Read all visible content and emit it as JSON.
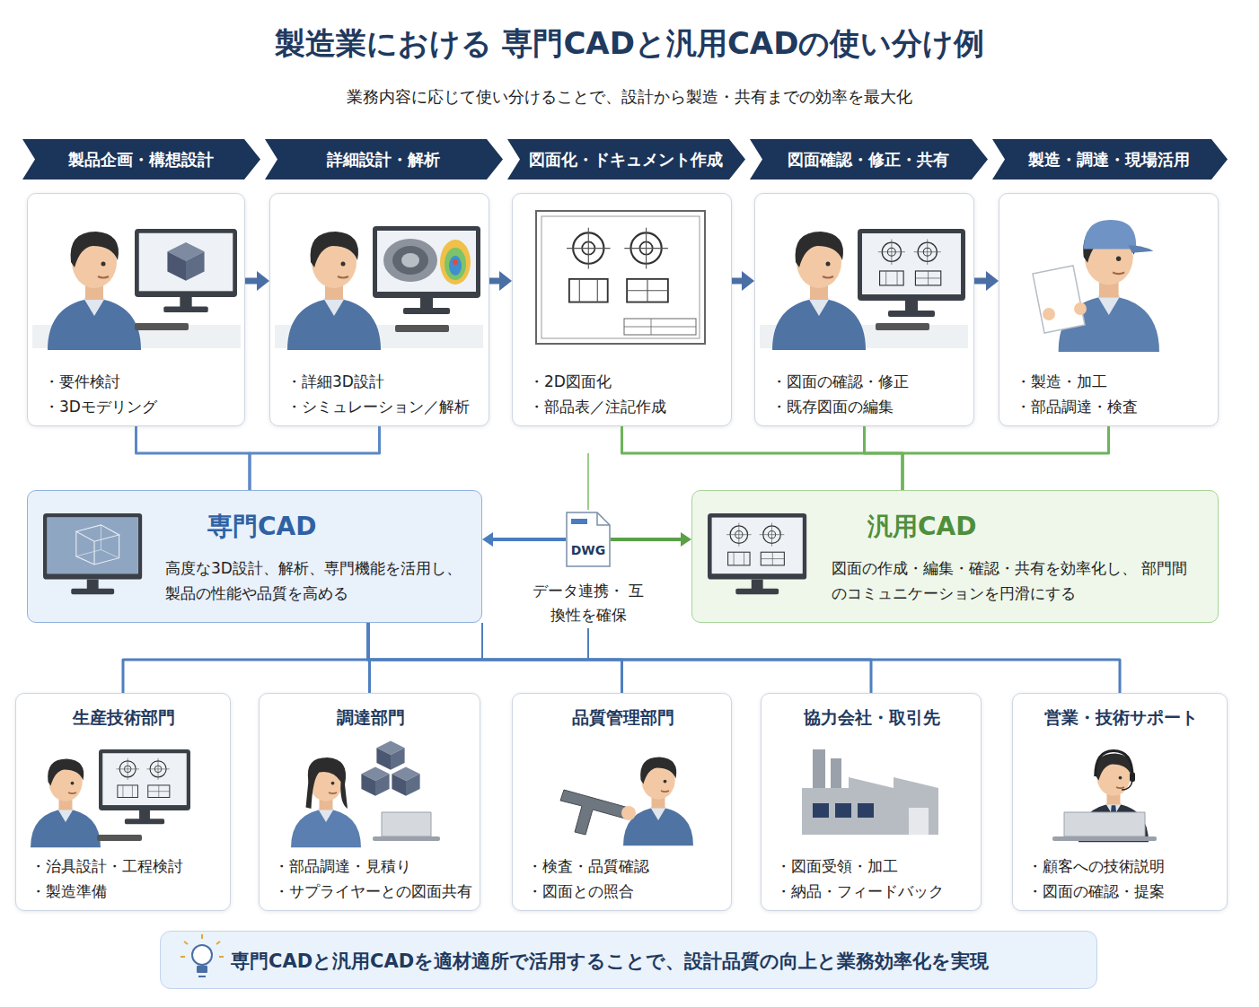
{
  "diagram": {
    "title": "製造業における 専門CADと汎用CADの使い分け例",
    "nodes": [
      {
        "text": [
          "製品企画・構想設計"
        ]
      },
      {
        "text": [
          "詳細設計・解析"
        ]
      },
      {
        "text": [
          "図面化・ドキュメント作成"
        ]
      },
      {
        "text": [
          "図面確認・修正・共有"
        ]
      },
      {
        "text": [
          "製造・調達・現場活用"
        ]
      },
      {
        "text": [
          "・要件検討",
          "・3Dモデリング"
        ]
      },
      {
        "text": [
          "・詳細3D設計",
          "・シミュレーション／解析"
        ]
      },
      {
        "text": [
          "・2D図面化",
          "・部品表／注記作成"
        ]
      },
      {
        "text": [
          "・図面の確認・修正",
          "・既存図面の編集"
        ]
      },
      {
        "text": [
          "・製造・加工",
          "・部品調達・検査"
        ]
      },
      {
        "text": [
          "専門CAD",
          "高度な3D設計、解析、専門機能を活用し、 製品の性能や品質を高める"
        ]
      },
      {
        "text": [
          "DWG"
        ]
      },
      {
        "text": [
          "汎用CAD",
          "図面の作成・編集・確認・共有を効率化し、 部門間のコミュニケーションを円滑にする"
        ]
      },
      {
        "text": [
          "生産技術部門",
          "・治具設計・工程検討",
          "・製造準備"
        ]
      },
      {
        "text": [
          "調達部門",
          "・部品調達・見積り",
          "・サプライヤーとの図面共有"
        ]
      },
      {
        "text": [
          "品質管理部門",
          "・検査・品質確認",
          "・図面との照合"
        ]
      },
      {
        "text": [
          "協力会社・取引先",
          "・図面受領・加工",
          "・納品・フィードバック"
        ]
      },
      {
        "text": [
          "営業・技術サポート",
          "・顧客への技術説明",
          "・図面の確認・提案"
        ]
      },
      {
        "text": [
          "専門CADと汎用CADを適材適所で活用することで、設計品質の向上と業務効率化を実現"
        ]
      }
    ],
    "edges": [
      {
        "from": 5,
        "to": 6,
        "arrow": "to"
      },
      {
        "from": 6,
        "to": 7,
        "arrow": "to"
      },
      {
        "from": 7,
        "to": 8,
        "arrow": "to"
      },
      {
        "from": 8,
        "to": 9,
        "arrow": "to"
      },
      {
        "from": 5,
        "to": 10,
        "arrow": "none"
      },
      {
        "from": 6,
        "to": 10,
        "arrow": "none"
      },
      {
        "from": 7,
        "to": 12,
        "arrow": "none"
      },
      {
        "from": 8,
        "to": 12,
        "arrow": "none"
      },
      {
        "from": 9,
        "to": 12,
        "arrow": "none"
      },
      {
        "from": 11,
        "to": 10,
        "arrow": "to"
      },
      {
        "from": 11,
        "to": 12,
        "arrow": "to"
      },
      {
        "from": 10,
        "to": 13,
        "arrow": "none"
      },
      {
        "from": 10,
        "to": 14,
        "arrow": "none"
      },
      {
        "from": 10,
        "to": 15,
        "arrow": "none"
      },
      {
        "from": 10,
        "to": 16,
        "arrow": "none"
      },
      {
        "from": 10,
        "to": 17,
        "arrow": "none"
      }
    ],
    "labels": [
      "業務内容に応じて使い分けることで、設計から製造・共有までの効率を最大化",
      "データ連携・ 互換性を確保"
    ]
  }
}
